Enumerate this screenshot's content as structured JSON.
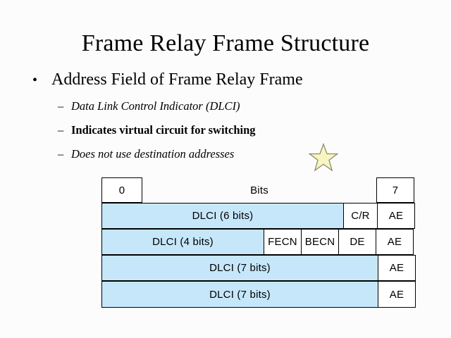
{
  "slide": {
    "title": "Frame Relay Frame Structure",
    "background_color": "#fcfcfc",
    "bullets": {
      "level1_marker": "•",
      "level2_marker": "–",
      "level1": "Address Field of Frame Relay Frame",
      "level2": [
        "Data Link Control Indicator (DLCI)",
        "Indicates virtual circuit for switching",
        "Does not use destination addresses"
      ]
    },
    "decoration": {
      "star_fill": "#f7f5c0",
      "star_stroke": "#8a8a6a"
    }
  },
  "frame_table": {
    "fill_color": "#c6e7fa",
    "border_color": "#000000",
    "header": {
      "left_bit": "0",
      "center_label": "Bits",
      "right_bit": "7"
    },
    "rows": [
      {
        "cells": [
          {
            "text": "DLCI (6 bits)",
            "fill": "blue"
          },
          {
            "text": "C/R",
            "fill": "white"
          },
          {
            "text": "AE",
            "fill": "white"
          }
        ]
      },
      {
        "cells": [
          {
            "text": "DLCI (4 bits)",
            "fill": "blue"
          },
          {
            "text": "FECN",
            "fill": "white"
          },
          {
            "text": "BECN",
            "fill": "white"
          },
          {
            "text": "DE",
            "fill": "white"
          },
          {
            "text": "AE",
            "fill": "white"
          }
        ]
      },
      {
        "cells": [
          {
            "text": "DLCI (7 bits)",
            "fill": "blue"
          },
          {
            "text": "AE",
            "fill": "white"
          }
        ]
      },
      {
        "cells": [
          {
            "text": "DLCI (7 bits)",
            "fill": "blue"
          },
          {
            "text": "AE",
            "fill": "white"
          }
        ]
      }
    ]
  }
}
